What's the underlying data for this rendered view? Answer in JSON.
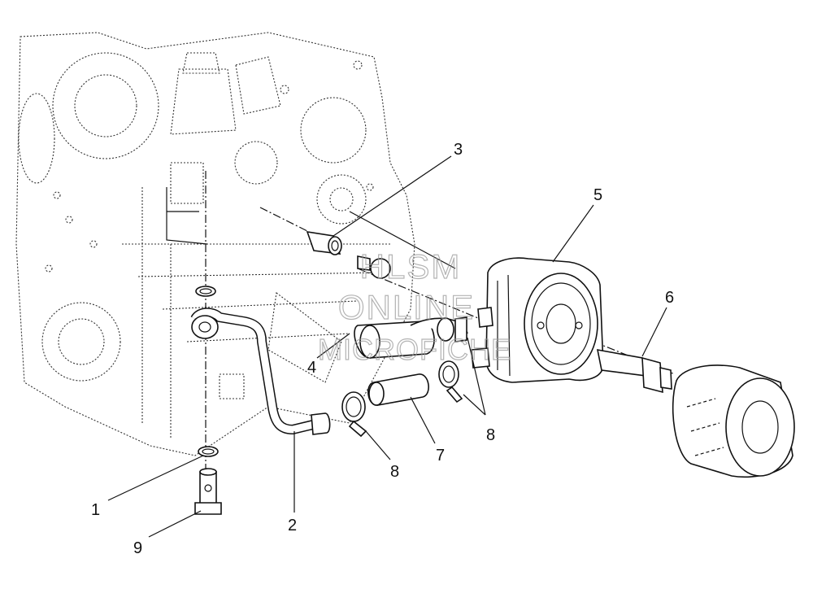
{
  "callouts": {
    "c1": "1",
    "c2": "2",
    "c3": "3",
    "c4": "4",
    "c5": "5",
    "c6": "6",
    "c7": "7",
    "c8a": "8",
    "c8b": "8",
    "c9": "9"
  },
  "watermark": {
    "line1": "HLSM",
    "line2": "ONLINE",
    "line3": "MICROFICHE"
  }
}
